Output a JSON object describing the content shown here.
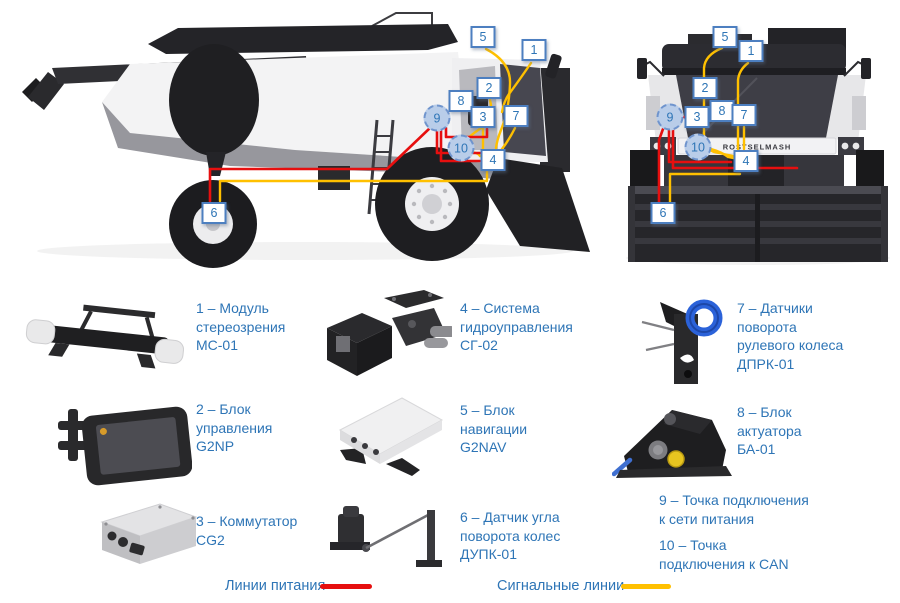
{
  "callouts": {
    "n1": "1",
    "n2": "2",
    "n3": "3",
    "n4": "4",
    "n5": "5",
    "n6": "6",
    "n7": "7",
    "n8": "8",
    "n9": "9",
    "n10": "10"
  },
  "machine": {
    "brand_label": "ROSTSELMASH"
  },
  "colors": {
    "power_line": "#e60f0f",
    "signal_line": "#ffc000",
    "accent_text": "#2e75b6",
    "callout_border": "#4d7fc0",
    "callout_circle_fill": "#b9cde9"
  },
  "legend": {
    "items": [
      {
        "id": "1",
        "lines": [
          "1 – Модуль",
          "стереозрения",
          "МС-01"
        ]
      },
      {
        "id": "2",
        "lines": [
          "2 – Блок",
          "управления",
          "G2NP"
        ]
      },
      {
        "id": "3",
        "lines": [
          "3 – Коммутатор",
          "CG2"
        ]
      },
      {
        "id": "4",
        "lines": [
          "4 – Система",
          "гидроуправления",
          "СГ-02"
        ]
      },
      {
        "id": "5",
        "lines": [
          "5 – Блок",
          "навигации",
          "G2NAV"
        ]
      },
      {
        "id": "6",
        "lines": [
          "6 – Датчик угла",
          "поворота колес",
          "ДУПК-01"
        ]
      },
      {
        "id": "7",
        "lines": [
          "7 – Датчики",
          "поворота",
          "рулевого колеса",
          "ДПРК-01"
        ]
      },
      {
        "id": "8",
        "lines": [
          "8 – Блок",
          "актуатора",
          "БА-01"
        ]
      },
      {
        "id": "9",
        "lines": [
          "9 – Точка подключения",
          "к сети питания"
        ]
      },
      {
        "id": "10",
        "lines": [
          "10 – Точка",
          "подключения к CAN"
        ]
      }
    ]
  },
  "wire_legend": {
    "power": "Линии питания",
    "signal": "Сигнальные линии"
  }
}
